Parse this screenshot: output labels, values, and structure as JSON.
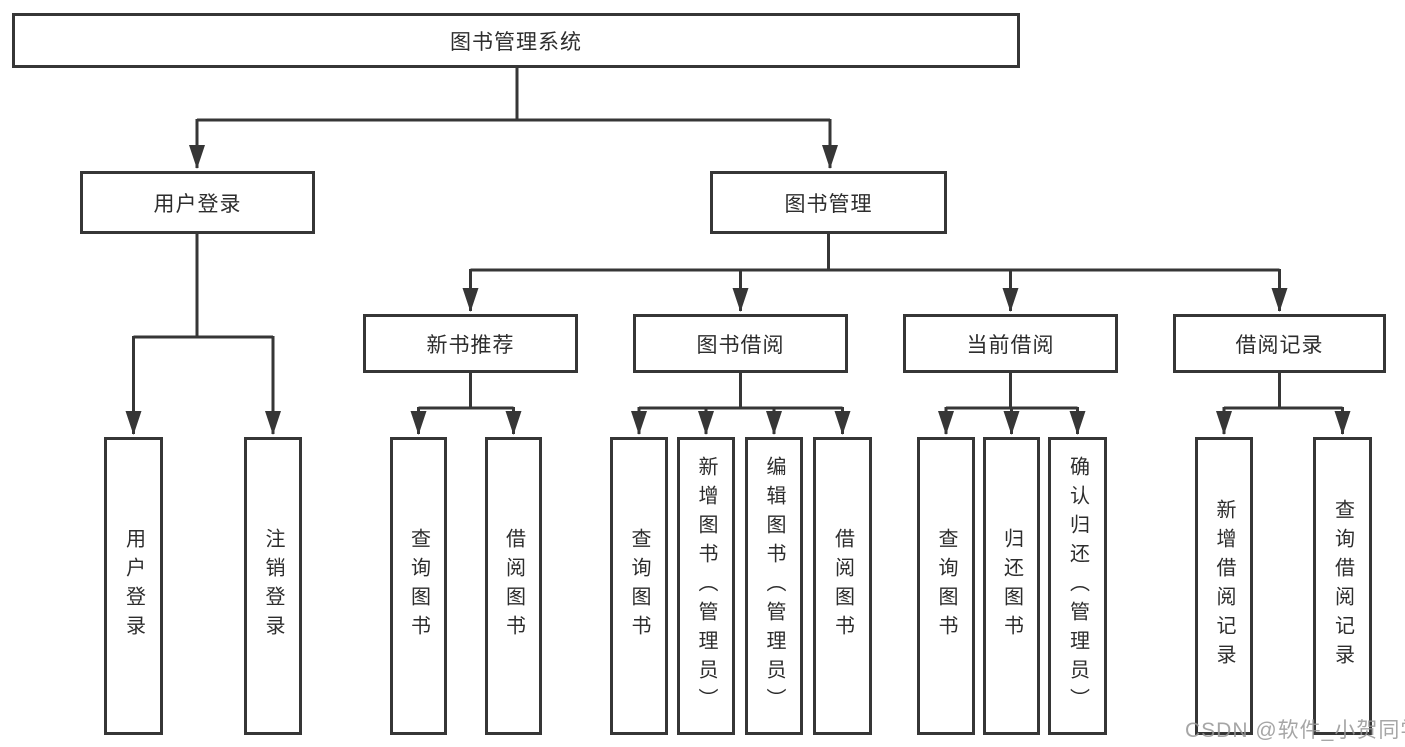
{
  "nodes": {
    "root": {
      "label": "图书管理系统"
    },
    "l2": [
      {
        "label": "用户登录"
      },
      {
        "label": "图书管理"
      }
    ],
    "l3": [
      {
        "label": "新书推荐"
      },
      {
        "label": "图书借阅"
      },
      {
        "label": "当前借阅"
      },
      {
        "label": "借阅记录"
      }
    ],
    "l4": [
      {
        "label": "用户登录"
      },
      {
        "label": "注销登录"
      },
      {
        "label": "查询图书"
      },
      {
        "label": "借阅图书"
      },
      {
        "label": "查询图书"
      },
      {
        "label": "新增图书（管理员）"
      },
      {
        "label": "编辑图书（管理员）"
      },
      {
        "label": "借阅图书"
      },
      {
        "label": "查询图书"
      },
      {
        "label": "归还图书"
      },
      {
        "label": "确认归还（管理员）"
      },
      {
        "label": "新增借阅记录"
      },
      {
        "label": "查询借阅记录"
      }
    ]
  },
  "hierarchy": {
    "图书管理系统": [
      "用户登录",
      "图书管理"
    ],
    "用户登录": [
      "用户登录",
      "注销登录"
    ],
    "图书管理": [
      "新书推荐",
      "图书借阅",
      "当前借阅",
      "借阅记录"
    ],
    "新书推荐": [
      "查询图书",
      "借阅图书"
    ],
    "图书借阅": [
      "查询图书",
      "新增图书（管理员）",
      "编辑图书（管理员）",
      "借阅图书"
    ],
    "当前借阅": [
      "查询图书",
      "归还图书",
      "确认归还（管理员）"
    ],
    "借阅记录": [
      "新增借阅记录",
      "查询借阅记录"
    ]
  },
  "colors": {
    "line": "#363636",
    "text": "#2d2d2d",
    "watermark": "#969696",
    "background": "#ffffff"
  },
  "watermark": {
    "text": "CSDN @软件_小贺同学"
  }
}
